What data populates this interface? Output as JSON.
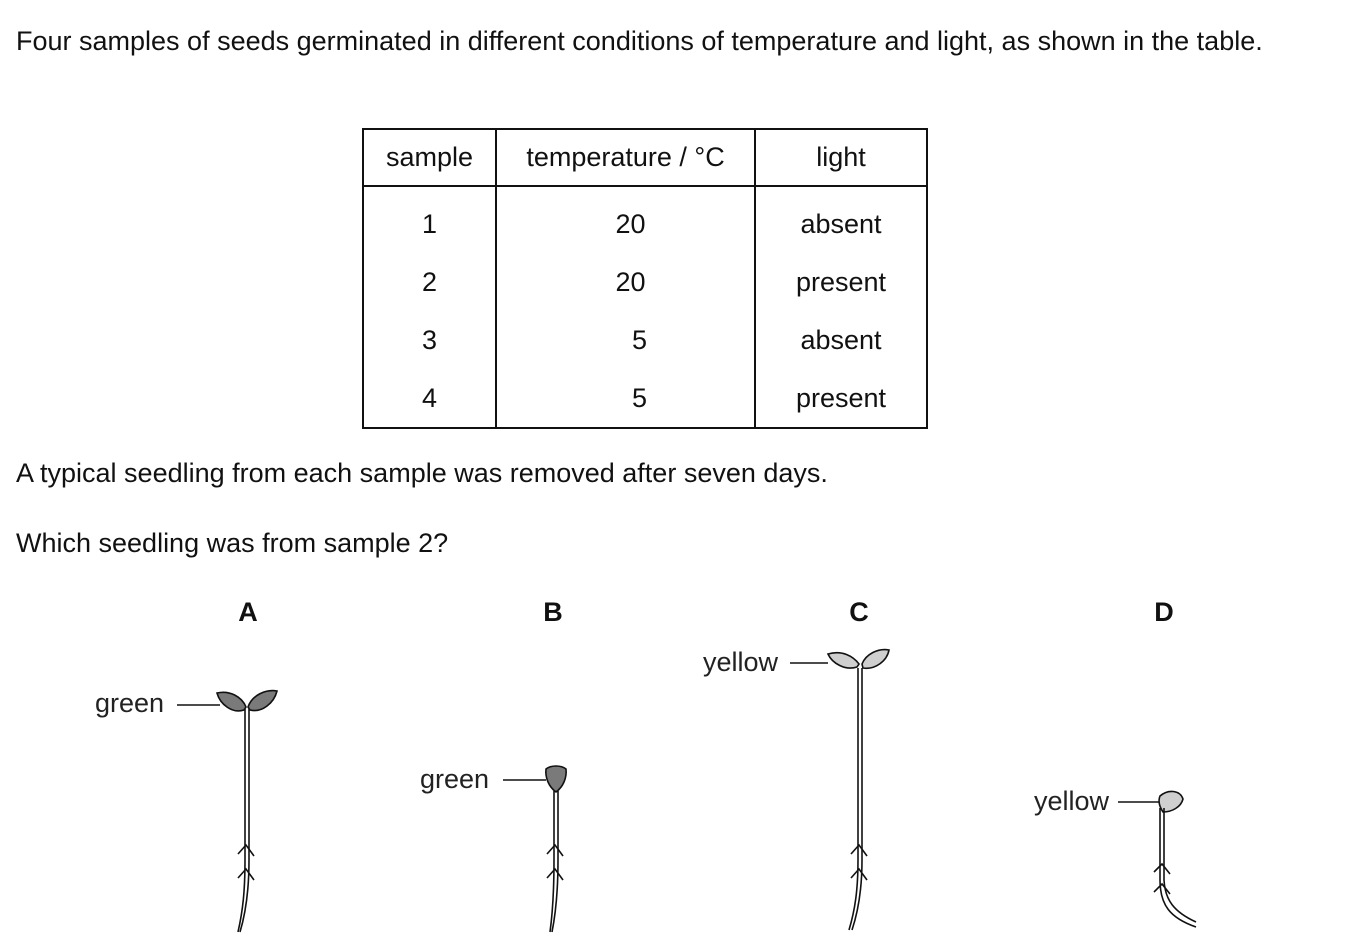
{
  "question": {
    "intro": "Four samples of seeds germinated in different conditions of temperature and light, as shown in the table.",
    "statement": "A typical seedling from each sample was removed after seven days.",
    "prompt": "Which seedling was from sample 2?"
  },
  "table": {
    "headers": [
      "sample",
      "temperature / °C",
      "light"
    ],
    "rows": [
      [
        "1",
        "20",
        "absent"
      ],
      [
        "2",
        "20",
        "present"
      ],
      [
        "3",
        "5",
        "absent"
      ],
      [
        "4",
        "5",
        "present"
      ]
    ]
  },
  "options": [
    {
      "letter": "A",
      "label": "green"
    },
    {
      "letter": "B",
      "label": "green"
    },
    {
      "letter": "C",
      "label": "yellow"
    },
    {
      "letter": "D",
      "label": "yellow"
    }
  ],
  "colors": {
    "green_leaf": "#7a7a7a",
    "yellow_leaf": "#cfcfcf",
    "stroke": "#111111"
  }
}
